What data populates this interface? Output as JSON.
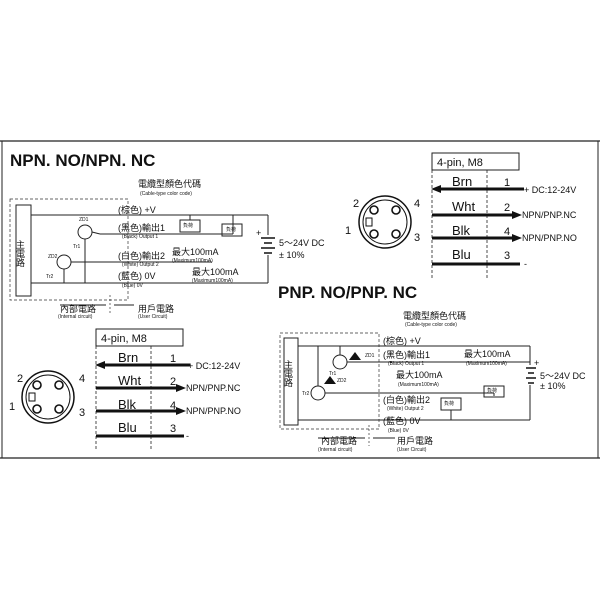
{
  "titles": {
    "npn": "NPN. NO/NPN. NC",
    "pnp": "PNP. NO/PNP. NC"
  },
  "cable_header": {
    "zh": "電纜型顏色代碼",
    "en": "(Cable-type color code)"
  },
  "main_circuit": "主電路",
  "internal": {
    "zh": "內部電路",
    "en": "(Internal circuit)"
  },
  "user": {
    "zh": "用戶電路",
    "en": "(User Circuit)"
  },
  "power": {
    "line1": "5～24V DC",
    "line2": "± 10%"
  },
  "load": {
    "zh": "負荷",
    "en": "(Load)"
  },
  "max_current": {
    "zh": "最大100mA",
    "en": "(Maximum100mA)"
  },
  "wires": {
    "brown": {
      "zh": "(棕色) +V",
      "en": "(Brown) +V"
    },
    "black": {
      "zh": "(黑色)輸出1",
      "en": "(Black) Output 1"
    },
    "white": {
      "zh": "(白色)輸出2",
      "en": "(White) Output 2"
    },
    "blue": {
      "zh": "(藍色) 0V",
      "en": "(Blue) 0V"
    }
  },
  "components": {
    "tr1": "Tr1",
    "tr2": "Tr2",
    "zd1": "ZD1",
    "zd2": "ZD2"
  },
  "connector": {
    "title": "4-pin, M8",
    "pins": [
      {
        "color": "Brn",
        "num": "1",
        "func": "+ DC:12-24V"
      },
      {
        "color": "Wht",
        "num": "2",
        "func": "NPN/PNP.NC"
      },
      {
        "color": "Blk",
        "num": "4",
        "func": "NPN/PNP.NO"
      },
      {
        "color": "Blu",
        "num": "3",
        "func": "-"
      }
    ],
    "face_numbers": [
      "1",
      "2",
      "3",
      "4"
    ]
  }
}
